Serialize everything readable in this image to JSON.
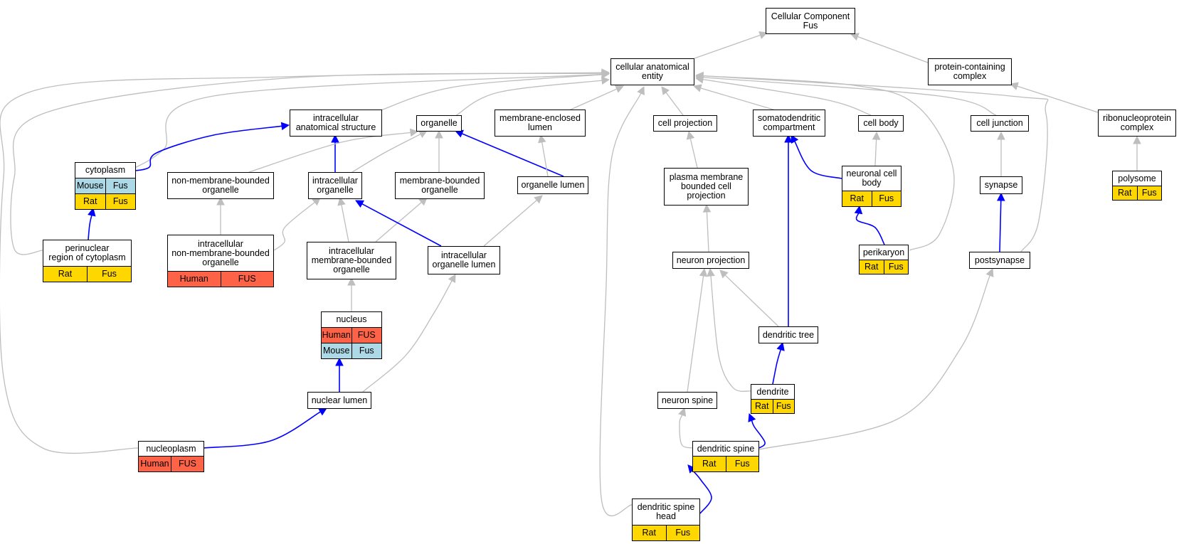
{
  "colors": {
    "human": "#FF6347",
    "mouse": "#ADD8E6",
    "rat": "#FFD700",
    "is_a_edge": "#BEBEBE",
    "part_of_edge": "#0000FF"
  },
  "nodes": [
    {
      "id": "cellular-component",
      "lines": [
        "Cellular Component",
        "Fus"
      ],
      "rows": []
    },
    {
      "id": "cellular-anatomical-entity",
      "lines": [
        "cellular anatomical",
        "entity"
      ],
      "rows": []
    },
    {
      "id": "protein-containing-complex",
      "lines": [
        "protein-containing",
        "complex"
      ],
      "rows": []
    },
    {
      "id": "intracellular-anatomical-structure",
      "lines": [
        "intracellular",
        "anatomical structure"
      ],
      "rows": []
    },
    {
      "id": "organelle",
      "lines": [
        "organelle"
      ],
      "rows": []
    },
    {
      "id": "membrane-enclosed-lumen",
      "lines": [
        "membrane-enclosed",
        "lumen"
      ],
      "rows": []
    },
    {
      "id": "cell-projection",
      "lines": [
        "cell projection"
      ],
      "rows": []
    },
    {
      "id": "somatodendritic-compartment",
      "lines": [
        "somatodendritic",
        "compartment"
      ],
      "rows": []
    },
    {
      "id": "cell-body",
      "lines": [
        "cell body"
      ],
      "rows": []
    },
    {
      "id": "cell-junction",
      "lines": [
        "cell junction"
      ],
      "rows": []
    },
    {
      "id": "ribonucleoprotein-complex",
      "lines": [
        "ribonucleoprotein",
        "complex"
      ],
      "rows": []
    },
    {
      "id": "cytoplasm",
      "lines": [
        "cytoplasm"
      ],
      "rows": [
        [
          {
            "text": "Mouse",
            "species": "mouse"
          },
          {
            "text": "Fus",
            "species": "mouse"
          }
        ],
        [
          {
            "text": "Rat",
            "species": "rat"
          },
          {
            "text": "Fus",
            "species": "rat"
          }
        ]
      ]
    },
    {
      "id": "non-membrane-bounded-organelle",
      "lines": [
        "non-membrane-bounded",
        "organelle"
      ],
      "rows": []
    },
    {
      "id": "intracellular-organelle",
      "lines": [
        "intracellular",
        "organelle"
      ],
      "rows": []
    },
    {
      "id": "membrane-bounded-organelle",
      "lines": [
        "membrane-bounded",
        "organelle"
      ],
      "rows": []
    },
    {
      "id": "organelle-lumen",
      "lines": [
        "organelle lumen"
      ],
      "rows": []
    },
    {
      "id": "plasma-membrane-bounded-cell-projection",
      "lines": [
        "plasma membrane",
        "bounded cell",
        "projection"
      ],
      "rows": []
    },
    {
      "id": "neuronal-cell-body",
      "lines": [
        "neuronal cell",
        "body"
      ],
      "rows": [
        [
          {
            "text": "Rat",
            "species": "rat"
          },
          {
            "text": "Fus",
            "species": "rat"
          }
        ]
      ]
    },
    {
      "id": "synapse",
      "lines": [
        "synapse"
      ],
      "rows": []
    },
    {
      "id": "polysome",
      "lines": [
        "polysome"
      ],
      "rows": [
        [
          {
            "text": "Rat",
            "species": "rat"
          },
          {
            "text": "Fus",
            "species": "rat"
          }
        ]
      ]
    },
    {
      "id": "perinuclear-region-of-cytoplasm",
      "lines": [
        "perinuclear",
        "region of cytoplasm"
      ],
      "rows": [
        [
          {
            "text": "Rat",
            "species": "rat"
          },
          {
            "text": "Fus",
            "species": "rat"
          }
        ]
      ]
    },
    {
      "id": "intracellular-non-membrane-bounded-organelle",
      "lines": [
        "intracellular",
        "non-membrane-bounded",
        "organelle"
      ],
      "rows": [
        [
          {
            "text": "Human",
            "species": "human"
          },
          {
            "text": "FUS",
            "species": "human"
          }
        ]
      ]
    },
    {
      "id": "intracellular-membrane-bounded-organelle",
      "lines": [
        "intracellular",
        "membrane-bounded",
        "organelle"
      ],
      "rows": []
    },
    {
      "id": "intracellular-organelle-lumen",
      "lines": [
        "intracellular",
        "organelle lumen"
      ],
      "rows": []
    },
    {
      "id": "perikaryon",
      "lines": [
        "perikaryon"
      ],
      "rows": [
        [
          {
            "text": "Rat",
            "species": "rat"
          },
          {
            "text": "Fus",
            "species": "rat"
          }
        ]
      ]
    },
    {
      "id": "neuron-projection",
      "lines": [
        "neuron projection"
      ],
      "rows": []
    },
    {
      "id": "postsynapse",
      "lines": [
        "postsynapse"
      ],
      "rows": []
    },
    {
      "id": "nucleus",
      "lines": [
        "nucleus"
      ],
      "rows": [
        [
          {
            "text": "Human",
            "species": "human"
          },
          {
            "text": "FUS",
            "species": "human"
          }
        ],
        [
          {
            "text": "Mouse",
            "species": "mouse"
          },
          {
            "text": "Fus",
            "species": "mouse"
          }
        ]
      ]
    },
    {
      "id": "dendritic-tree",
      "lines": [
        "dendritic tree"
      ],
      "rows": []
    },
    {
      "id": "nuclear-lumen",
      "lines": [
        "nuclear lumen"
      ],
      "rows": []
    },
    {
      "id": "neuron-spine",
      "lines": [
        "neuron spine"
      ],
      "rows": []
    },
    {
      "id": "dendrite",
      "lines": [
        "dendrite"
      ],
      "rows": [
        [
          {
            "text": "Rat",
            "species": "rat"
          },
          {
            "text": "Fus",
            "species": "rat"
          }
        ]
      ]
    },
    {
      "id": "nucleoplasm",
      "lines": [
        "nucleoplasm"
      ],
      "rows": [
        [
          {
            "text": "Human",
            "species": "human"
          },
          {
            "text": "FUS",
            "species": "human"
          }
        ]
      ]
    },
    {
      "id": "dendritic-spine",
      "lines": [
        "dendritic spine"
      ],
      "rows": [
        [
          {
            "text": "Rat",
            "species": "rat"
          },
          {
            "text": "Fus",
            "species": "rat"
          }
        ]
      ]
    },
    {
      "id": "dendritic-spine-head",
      "lines": [
        "dendritic spine",
        "head"
      ],
      "rows": [
        [
          {
            "text": "Rat",
            "species": "rat"
          },
          {
            "text": "Fus",
            "species": "rat"
          }
        ]
      ]
    }
  ],
  "edges": [
    {
      "from": "cellular-anatomical-entity",
      "to": "cellular-component",
      "type": "is_a"
    },
    {
      "from": "protein-containing-complex",
      "to": "cellular-component",
      "type": "is_a"
    },
    {
      "from": "ribonucleoprotein-complex",
      "to": "protein-containing-complex",
      "type": "is_a"
    },
    {
      "from": "intracellular-anatomical-structure",
      "to": "cellular-anatomical-entity",
      "type": "is_a"
    },
    {
      "from": "organelle",
      "to": "cellular-anatomical-entity",
      "type": "is_a"
    },
    {
      "from": "membrane-enclosed-lumen",
      "to": "cellular-anatomical-entity",
      "type": "is_a"
    },
    {
      "from": "cell-projection",
      "to": "cellular-anatomical-entity",
      "type": "is_a"
    },
    {
      "from": "somatodendritic-compartment",
      "to": "cellular-anatomical-entity",
      "type": "is_a"
    },
    {
      "from": "cell-body",
      "to": "cellular-anatomical-entity",
      "type": "is_a"
    },
    {
      "from": "cell-junction",
      "to": "cellular-anatomical-entity",
      "type": "is_a"
    },
    {
      "from": "cytoplasm",
      "to": "cellular-anatomical-entity",
      "type": "is_a"
    },
    {
      "from": "perinuclear-region-of-cytoplasm",
      "to": "cellular-anatomical-entity",
      "type": "is_a"
    },
    {
      "from": "nucleoplasm",
      "to": "cellular-anatomical-entity",
      "type": "is_a"
    },
    {
      "from": "perikaryon",
      "to": "cellular-anatomical-entity",
      "type": "is_a"
    },
    {
      "from": "postsynapse",
      "to": "cellular-anatomical-entity",
      "type": "is_a"
    },
    {
      "from": "dendritic-spine-head",
      "to": "cellular-anatomical-entity",
      "type": "is_a"
    },
    {
      "from": "cytoplasm",
      "to": "intracellular-anatomical-structure",
      "type": "part_of"
    },
    {
      "from": "intracellular-organelle",
      "to": "intracellular-anatomical-structure",
      "type": "part_of"
    },
    {
      "from": "non-membrane-bounded-organelle",
      "to": "organelle",
      "type": "is_a"
    },
    {
      "from": "intracellular-organelle",
      "to": "organelle",
      "type": "is_a"
    },
    {
      "from": "membrane-bounded-organelle",
      "to": "organelle",
      "type": "is_a"
    },
    {
      "from": "organelle-lumen",
      "to": "organelle",
      "type": "part_of"
    },
    {
      "from": "organelle-lumen",
      "to": "membrane-enclosed-lumen",
      "type": "is_a"
    },
    {
      "from": "perinuclear-region-of-cytoplasm",
      "to": "cytoplasm",
      "type": "part_of"
    },
    {
      "from": "intracellular-non-membrane-bounded-organelle",
      "to": "non-membrane-bounded-organelle",
      "type": "is_a"
    },
    {
      "from": "intracellular-non-membrane-bounded-organelle",
      "to": "intracellular-organelle",
      "type": "is_a"
    },
    {
      "from": "intracellular-membrane-bounded-organelle",
      "to": "intracellular-organelle",
      "type": "is_a"
    },
    {
      "from": "intracellular-membrane-bounded-organelle",
      "to": "membrane-bounded-organelle",
      "type": "is_a"
    },
    {
      "from": "intracellular-organelle-lumen",
      "to": "intracellular-organelle",
      "type": "part_of"
    },
    {
      "from": "intracellular-organelle-lumen",
      "to": "organelle-lumen",
      "type": "is_a"
    },
    {
      "from": "nucleus",
      "to": "intracellular-membrane-bounded-organelle",
      "type": "is_a"
    },
    {
      "from": "nuclear-lumen",
      "to": "nucleus",
      "type": "part_of"
    },
    {
      "from": "nuclear-lumen",
      "to": "intracellular-organelle-lumen",
      "type": "is_a"
    },
    {
      "from": "nucleoplasm",
      "to": "nuclear-lumen",
      "type": "part_of"
    },
    {
      "from": "plasma-membrane-bounded-cell-projection",
      "to": "cell-projection",
      "type": "is_a"
    },
    {
      "from": "neuron-projection",
      "to": "plasma-membrane-bounded-cell-projection",
      "type": "is_a"
    },
    {
      "from": "dendritic-tree",
      "to": "neuron-projection",
      "type": "is_a"
    },
    {
      "from": "neuron-spine",
      "to": "neuron-projection",
      "type": "is_a"
    },
    {
      "from": "dendrite",
      "to": "neuron-projection",
      "type": "is_a"
    },
    {
      "from": "dendritic-tree",
      "to": "somatodendritic-compartment",
      "type": "part_of"
    },
    {
      "from": "dendrite",
      "to": "dendritic-tree",
      "type": "part_of"
    },
    {
      "from": "dendritic-spine",
      "to": "neuron-spine",
      "type": "is_a"
    },
    {
      "from": "dendritic-spine",
      "to": "dendrite",
      "type": "part_of"
    },
    {
      "from": "dendritic-spine",
      "to": "postsynapse",
      "type": "is_a"
    },
    {
      "from": "dendritic-spine-head",
      "to": "dendritic-spine",
      "type": "part_of"
    },
    {
      "from": "neuronal-cell-body",
      "to": "cell-body",
      "type": "is_a"
    },
    {
      "from": "neuronal-cell-body",
      "to": "somatodendritic-compartment",
      "type": "part_of"
    },
    {
      "from": "perikaryon",
      "to": "neuronal-cell-body",
      "type": "part_of"
    },
    {
      "from": "synapse",
      "to": "cell-junction",
      "type": "is_a"
    },
    {
      "from": "postsynapse",
      "to": "synapse",
      "type": "part_of"
    },
    {
      "from": "polysome",
      "to": "ribonucleoprotein-complex",
      "type": "is_a"
    }
  ]
}
